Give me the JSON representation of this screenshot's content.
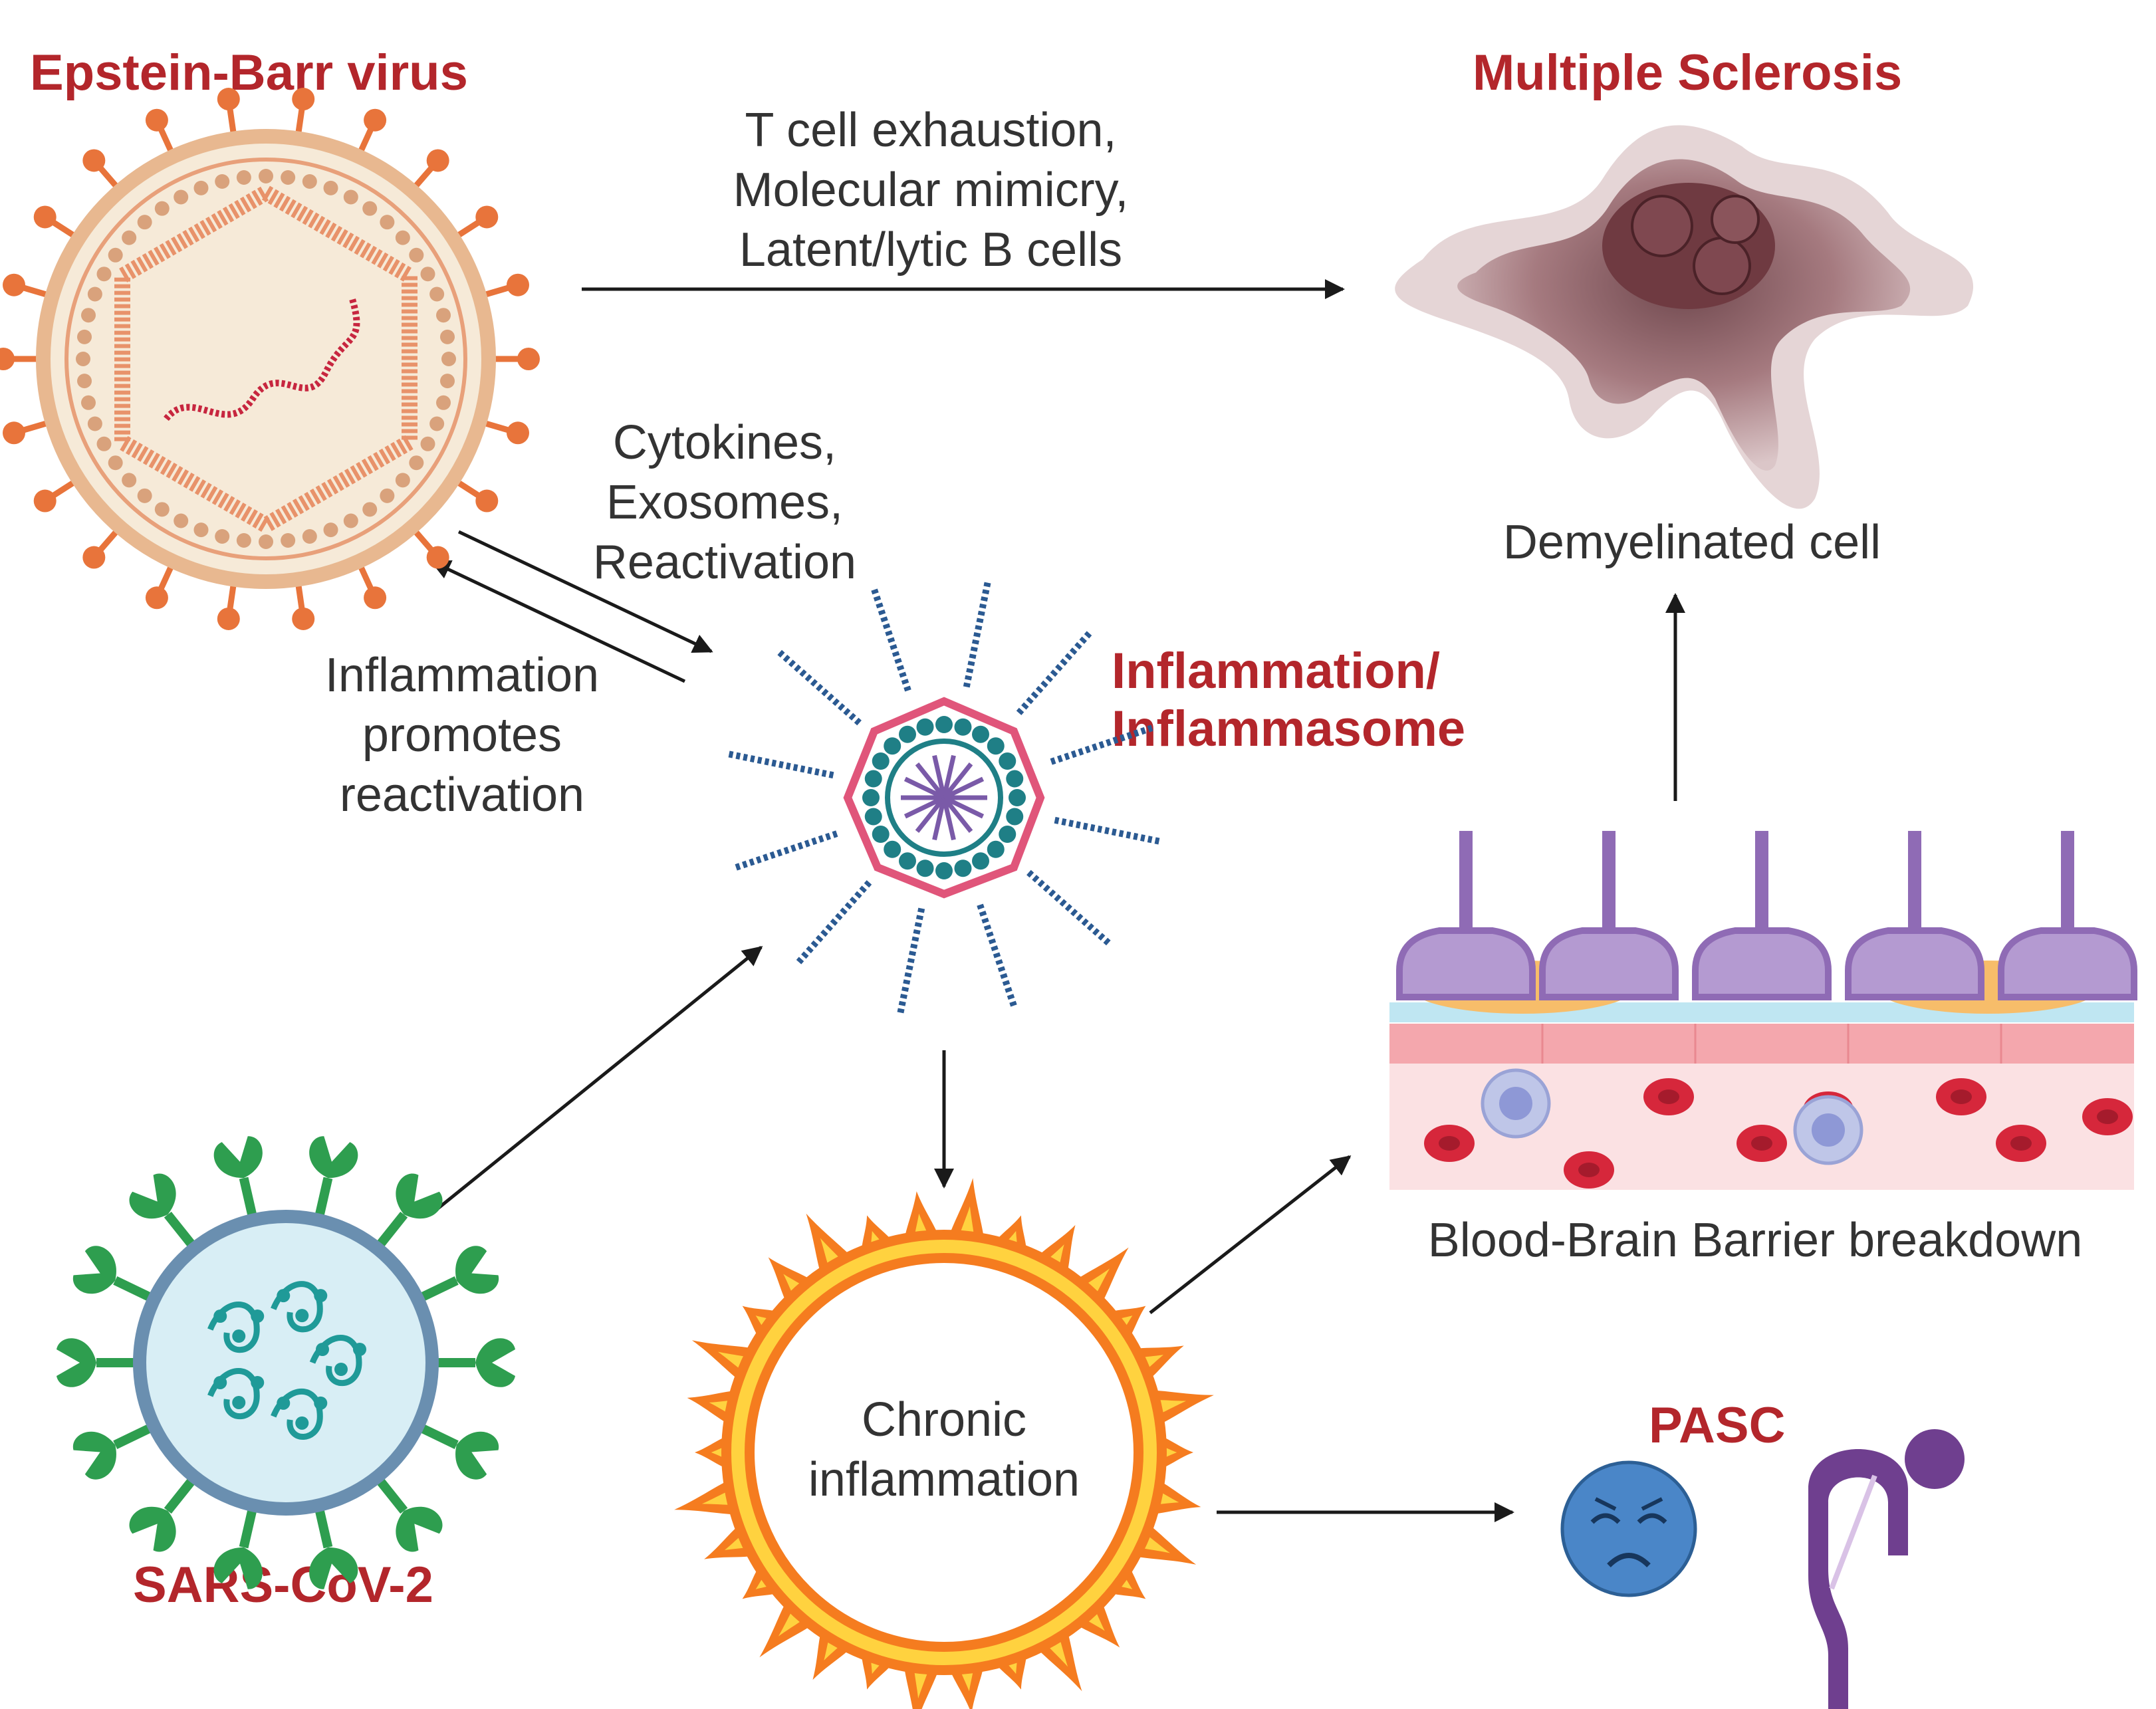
{
  "titles": {
    "ebv": "Epstein-Barr virus",
    "ms": "Multiple Sclerosis",
    "inflammasome_line1": "Inflammation/",
    "inflammasome_line2": "Inflammasome",
    "sars": "SARS-CoV-2",
    "pasc": "PASC"
  },
  "labels": {
    "ebv_to_ms": [
      "T cell exhaustion,",
      "Molecular mimicry,",
      "Latent/lytic B cells"
    ],
    "ebv_to_inflam": [
      "Cytokines,",
      "Exosomes,",
      "Reactivation"
    ],
    "inflam_to_ebv": [
      "Inflammation",
      "promotes",
      "reactivation"
    ],
    "demyelinated": "Demyelinated cell",
    "bbb": "Blood-Brain Barrier breakdown",
    "chronic": [
      "Chronic",
      "inflammation"
    ]
  },
  "colors": {
    "title_red": "#b3262b",
    "text_gray": "#333333",
    "arrow": "#1a1a1a",
    "ebv_orange": "#e8743b",
    "ebv_capsule": "#e8b890",
    "sars_green": "#2e9e4f",
    "sars_membrane": "#6a8fb0",
    "inflammasome_blue": "#2b5a92",
    "inflammasome_pink": "#e0557a",
    "inflammasome_teal": "#1f7f86",
    "inflammasome_purple": "#7a5aa8",
    "fire_orange": "#f57c1f",
    "fire_yellow": "#ffd23f",
    "ms_brown": "#7a4a4f",
    "bbb_purple": "#8f6bb5",
    "bbb_red": "#d6273b",
    "pasc_blue": "#4a86c8",
    "pasc_purple": "#6f3f8f"
  },
  "icons": [
    "ebv-virus-icon",
    "sars-cov-2-virus-icon",
    "inflammasome-icon",
    "demyelinated-cell-icon",
    "blood-brain-barrier-icon",
    "fire-ring-icon",
    "sad-face-icon",
    "fatigued-person-icon"
  ]
}
